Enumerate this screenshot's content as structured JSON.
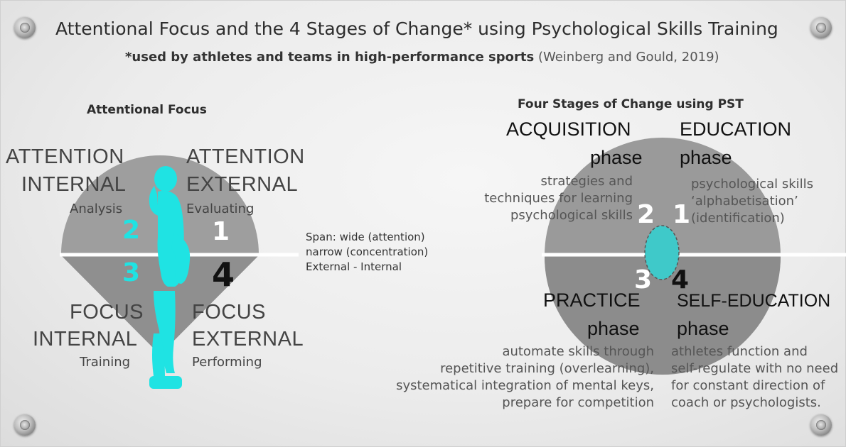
{
  "title": "Attentional Focus and  the 4 Stages of Change* using  Psychological Skills Training",
  "subtitle_bold": "*used by athletes and teams in high-performance sports",
  "subtitle_ref": "(Weinberg and Gould, 2019)",
  "left": {
    "heading": "Attentional Focus",
    "q2": {
      "line1": "ATTENTION",
      "line2": "INTERNAL",
      "sub": "Analysis",
      "num": "2"
    },
    "q1": {
      "line1": "ATTENTION",
      "line2": "EXTERNAL",
      "sub": "Evaluating",
      "num": "1"
    },
    "q3": {
      "line1": "FOCUS",
      "line2": "INTERNAL",
      "sub": "Training",
      "num": "3"
    },
    "q4": {
      "line1": "FOCUS",
      "line2": "EXTERNAL",
      "sub": "Performing",
      "num": "4"
    },
    "span_note": [
      "Span: wide (attention)",
      "narrow (concentration)",
      "External - Internal"
    ]
  },
  "right": {
    "heading": "Four Stages of Change using PST",
    "acquisition": {
      "name": "ACQUISITION",
      "phase": "phase",
      "num": "2",
      "desc": [
        "strategies and",
        "techniques for learning",
        "psychological skills"
      ]
    },
    "education": {
      "name": "EDUCATION",
      "phase": "phase",
      "num": "1",
      "desc": [
        "psychological skills",
        "‘alphabetisation’",
        "(identification)"
      ]
    },
    "practice": {
      "name": "PRACTICE",
      "phase": "phase",
      "num": "3",
      "desc": [
        "automate skills through",
        "repetitive training (overlearning),",
        "systematical integration of mental keys,",
        "prepare for competition"
      ]
    },
    "self_education": {
      "name": "SELF-EDUCATION",
      "phase": "phase",
      "num": "4",
      "desc": [
        "athletes function and",
        "self-regulate with no need",
        "for constant direction of",
        "coach or psychologists."
      ]
    }
  },
  "colors": {
    "disc_upper": "#9e9e9e",
    "disc_lower": "#8c8c8c",
    "divider": "#ffffff",
    "figure": "#1fe3e3",
    "center_oval": "#3fc9c9"
  },
  "icons": [
    "screw-icon",
    "athlete-silhouette-icon"
  ]
}
